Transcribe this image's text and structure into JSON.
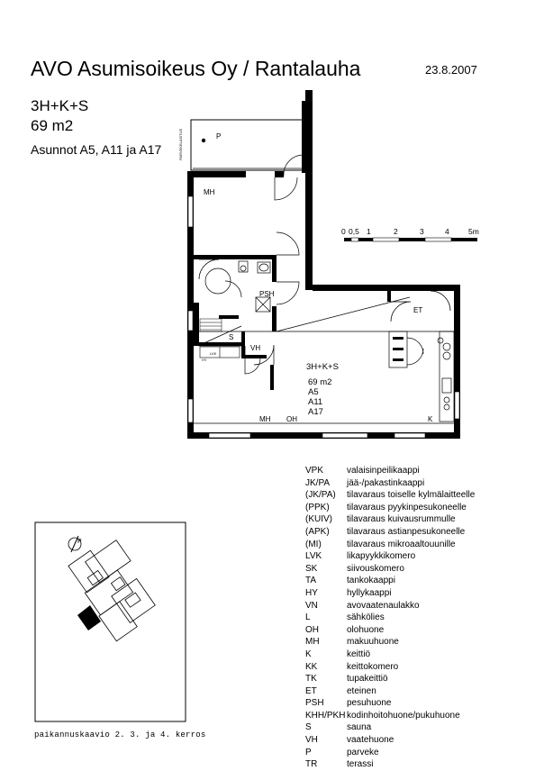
{
  "header": {
    "title": "AVO Asumisoikeus Oy / Rantalauha",
    "date": "23.8.2007",
    "apartment_type": "3H+K+S",
    "area": "69 m2",
    "apartments": "Asunnot A5, A11 ja A17"
  },
  "scale_bar": {
    "ticks": [
      "0",
      "0,5",
      "1",
      "2",
      "3",
      "4",
      "5m"
    ]
  },
  "plan_labels": {
    "parveke": "P",
    "mh_top": "MH",
    "psh": "PSH",
    "sauna": "S",
    "vh": "VH",
    "et": "ET",
    "mh_bottom": "MH",
    "oh": "OH",
    "k": "K",
    "lvk": "LVK",
    "hy": "HY",
    "center_type": "3H+K+S",
    "center_area": "69 m2",
    "center_a5": "A5",
    "center_a11": "A11",
    "center_a17": "A17",
    "wall_text": "PARVEKELASITUS"
  },
  "legend": [
    {
      "code": "VPK",
      "desc": "valaisinpeilikaappi"
    },
    {
      "code": "JK/PA",
      "desc": "jää-/pakastinkaappi"
    },
    {
      "code": "(JK/PA)",
      "desc": "tilavaraus toiselle kylmälaitteelle"
    },
    {
      "code": "(PPK)",
      "desc": "tilavaraus pyykinpesukoneelle"
    },
    {
      "code": "(KUIV)",
      "desc": "tilavaraus kuivausrummulle"
    },
    {
      "code": "(APK)",
      "desc": "tilavaraus astianpesukoneelle"
    },
    {
      "code": "(MI)",
      "desc": "tilavaraus mikroaaltouunille"
    },
    {
      "code": "LVK",
      "desc": "likapyykkikomero"
    },
    {
      "code": "SK",
      "desc": "siivouskomero"
    },
    {
      "code": "TA",
      "desc": "tankokaappi"
    },
    {
      "code": "HY",
      "desc": "hyllykaappi"
    },
    {
      "code": "VN",
      "desc": "avovaatenaulakko"
    },
    {
      "code": "L",
      "desc": "sähkölies"
    },
    {
      "code": "OH",
      "desc": "olohuone"
    },
    {
      "code": "MH",
      "desc": "makuuhuone"
    },
    {
      "code": "K",
      "desc": "keittiö"
    },
    {
      "code": "KK",
      "desc": "keittokomero"
    },
    {
      "code": "TK",
      "desc": "tupakeittiö"
    },
    {
      "code": "ET",
      "desc": "eteinen"
    },
    {
      "code": "PSH",
      "desc": "pesuhuone"
    },
    {
      "code": "KHH/PKH",
      "desc": "kodinhoitohuone/pukuhuone"
    },
    {
      "code": "S",
      "desc": "sauna"
    },
    {
      "code": "VH",
      "desc": "vaatehuone"
    },
    {
      "code": "P",
      "desc": "parveke"
    },
    {
      "code": "TR",
      "desc": "terassi"
    }
  ],
  "keymap": {
    "north": "P",
    "caption": "paikannuskaavio 2. 3. ja 4. kerros"
  }
}
